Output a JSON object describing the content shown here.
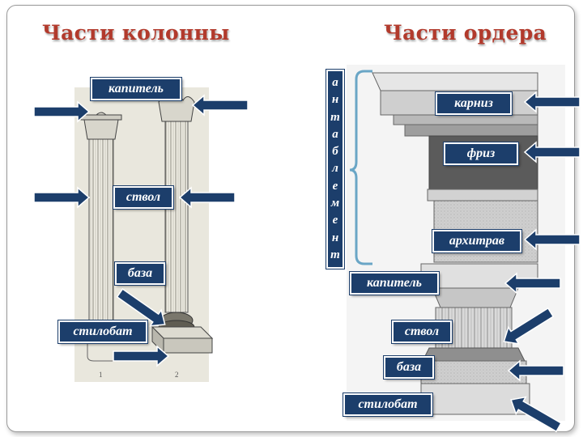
{
  "left": {
    "title": "Части колонны",
    "labels": {
      "capital": "капитель",
      "shaft": "ствол",
      "base": "база",
      "stylobate": "стилобат"
    },
    "figure_numbers": [
      "1",
      "2"
    ]
  },
  "right": {
    "title": "Части ордера",
    "entablature_letters": [
      "а",
      "н",
      "т",
      "а",
      "б",
      "л",
      "е",
      "м",
      "е",
      "н",
      "т"
    ],
    "labels": {
      "cornice": "карниз",
      "frieze": "фриз",
      "architrave": "архитрав",
      "capital": "капитель",
      "shaft": "ствол",
      "base": "база",
      "stylobate": "стилобат"
    }
  },
  "colors": {
    "title": "#b23a2c",
    "label_bg": "#1c3e6b",
    "arrow": "#1c3e6b"
  }
}
